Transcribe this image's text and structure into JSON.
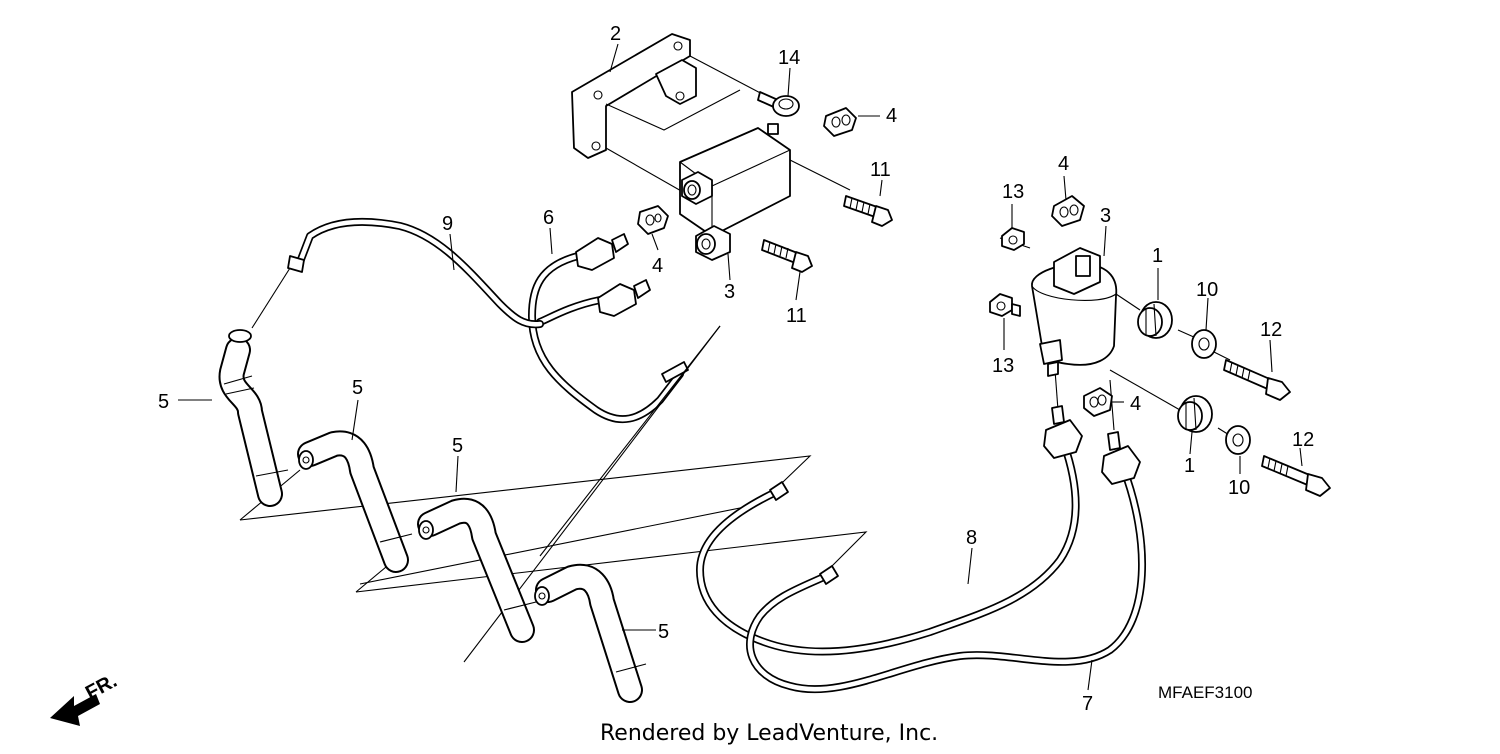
{
  "diagram": {
    "code": "MFAEF3100",
    "credit": "Rendered by LeadVenture, Inc.",
    "front_marker": "FR.",
    "callouts": {
      "c2": "2",
      "c14": "14",
      "c4a": "4",
      "c11a": "11",
      "c9": "9",
      "c6": "6",
      "c4b": "4",
      "c3a": "3",
      "c11b": "11",
      "c4c": "4",
      "c13a": "13",
      "c3b": "3",
      "c1a": "1",
      "c10a": "10",
      "c12a": "12",
      "c13b": "13",
      "c4d": "4",
      "c12b": "12",
      "c1b": "1",
      "c10b": "10",
      "c5a": "5",
      "c5b": "5",
      "c5c": "5",
      "c5d": "5",
      "c8": "8",
      "c7": "7"
    }
  }
}
